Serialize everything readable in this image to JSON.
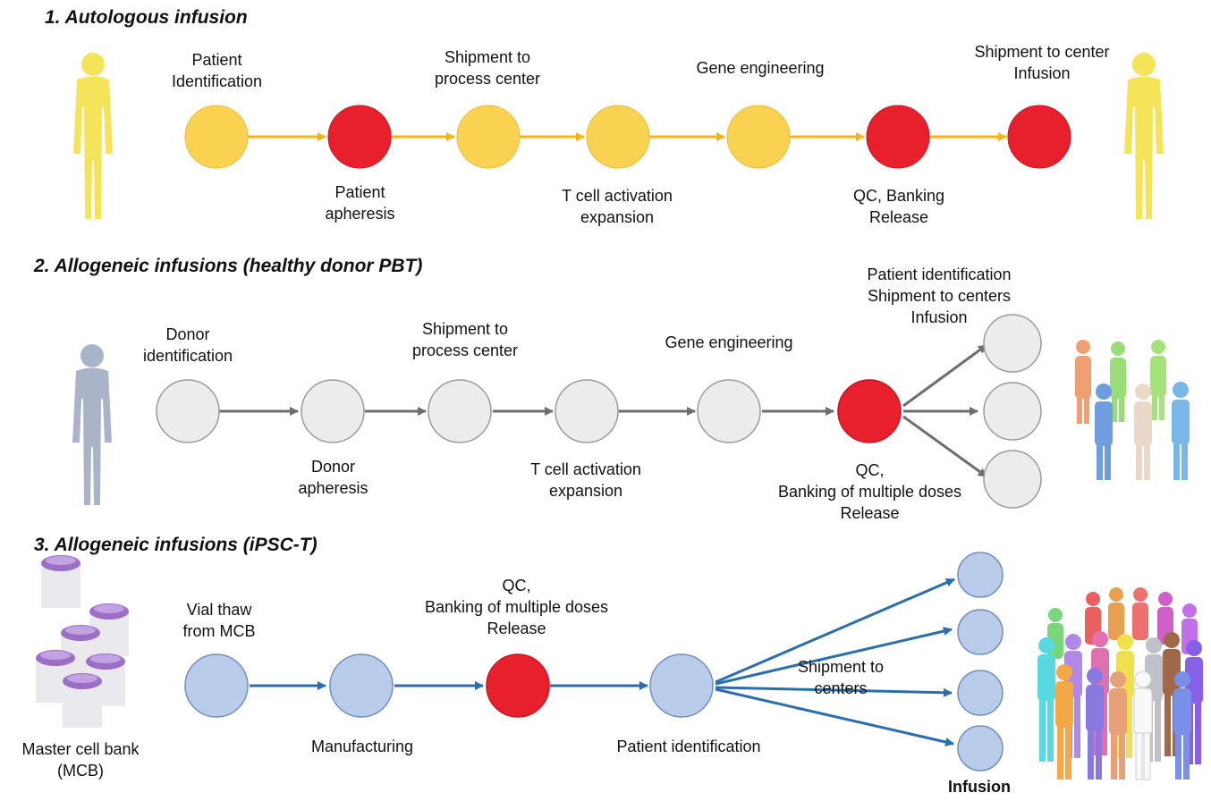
{
  "sections": {
    "autologous": {
      "title": "1. Autologous infusion",
      "labels": {
        "patient_identification": "Patient\nIdentification",
        "patient_apheresis": "Patient\napheresis",
        "shipment": "Shipment to\nprocess center",
        "t_cell": "T cell activation\nexpansion",
        "gene": "Gene engineering",
        "qc": "QC, Banking\nRelease",
        "infusion": "Shipment to center\nInfusion"
      },
      "node_colors": [
        "#f8d250",
        "#e8202e",
        "#f8d250",
        "#f8d250",
        "#f8d250",
        "#e8202e",
        "#e8202e"
      ]
    },
    "allo_pbt": {
      "title": "2. Allogeneic infusions (healthy donor PBT)",
      "labels": {
        "donor_identification": "Donor\nidentification",
        "donor_apheresis": "Donor\napheresis",
        "shipment": "Shipment to\nprocess center",
        "t_cell": "T cell activation\nexpansion",
        "gene": "Gene engineering",
        "qc": "QC,\nBanking of multiple doses\nRelease",
        "infusion": "Patient identification\nShipment to centers\nInfusion"
      }
    },
    "allo_ipsc": {
      "title": "3. Allogeneic infusions (iPSC-T)",
      "labels": {
        "vial_thaw": "Vial thaw\nfrom MCB",
        "master_cell_bank": "Master cell bank\n(MCB)",
        "manufacturing": "Manufacturing",
        "qc": "QC,\nBanking of multiple doses\nRelease",
        "patient_identification": "Patient identification",
        "shipment": "Shipment to\ncenters",
        "infusion": "Infusion"
      }
    }
  },
  "colors": {
    "yellow": "#f8d250",
    "red": "#e8202e",
    "grey": "#ececec",
    "blue": "#b9cdea",
    "yellow_arrow": "#f2b51e",
    "grey_arrow": "#6d6d6d",
    "blue_arrow": "#2a6db0"
  }
}
